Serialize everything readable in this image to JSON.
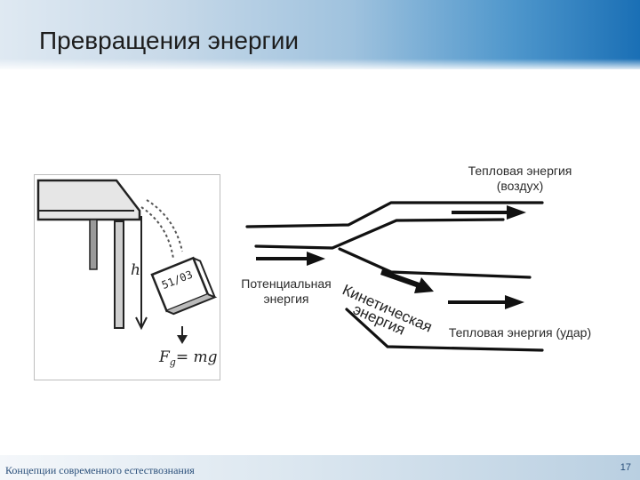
{
  "header": {
    "title": "Превращения энергии"
  },
  "illustration": {
    "height_label": "h",
    "book_label": "51/03",
    "force_label_main": "F",
    "force_label_sub": "g",
    "force_label_rest": "= mg"
  },
  "diagram": {
    "heat_air_line1": "Тепловая энергия",
    "heat_air_line2": "(воздух)",
    "potential_line1": "Потенциальная",
    "potential_line2": "энергия",
    "kinetic_word1": "Кинетическая",
    "kinetic_word2": "энергия",
    "heat_hit": "Тепловая энергия (удар)"
  },
  "footer": {
    "course": "Концепции современного естествознания",
    "page": "17"
  }
}
